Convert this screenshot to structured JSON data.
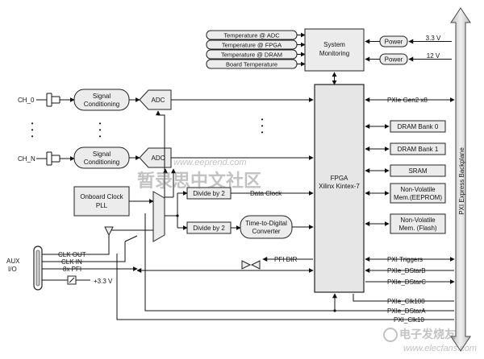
{
  "temps": [
    "Temperature @ ADC",
    "Temperature @ FPGA",
    "Temperature @ DRAM",
    "Board Temperature"
  ],
  "system_monitoring": [
    "System",
    "Monitoring"
  ],
  "power": [
    "Power",
    "Power"
  ],
  "voltages": [
    "3.3 V",
    "12 V"
  ],
  "channels": [
    "CH_0",
    "CH_N"
  ],
  "signal_conditioning": [
    "Signal",
    "Conditioning"
  ],
  "adc": "ADC",
  "dots": "•",
  "fpga": [
    "FPGA",
    "Xilinx Kintex-7"
  ],
  "right_blocks": {
    "dram0": "DRAM Bank 0",
    "dram1": "DRAM Bank 1",
    "sram": "SRAM",
    "eeprom": [
      "Non-Volatile",
      "Mem.(EEPROM)"
    ],
    "flash": [
      "Non-Volatile",
      "Mem. (Flash)"
    ]
  },
  "bus_labels": {
    "gen2": "PXIe Gen2 x8",
    "triggers": "PXI Triggers",
    "dstarb": "PXIe_DStarB",
    "dstarc": "PXIe_DStarC",
    "clk100": "PXIe_Clk100",
    "dstara": "PXIe_DStarA",
    "clk10": "PXI_Clk10"
  },
  "backplane": "PXI Express Backplane",
  "clock_pll": [
    "Onboard Clock",
    "PLL"
  ],
  "divide": [
    "Divide by 2",
    "Divide by 2"
  ],
  "data_clock": "Data Clock",
  "tdc": [
    "Time-to-Digital",
    "Converter"
  ],
  "pfi_dir": "PFI DIR",
  "aux": [
    "AUX",
    "I/O"
  ],
  "aux_signals": [
    "CLK OUT",
    "CLK IN",
    "8x PFI",
    "+3.3 V"
  ],
  "watermark": {
    "cn": "暂录思中文社区",
    "brand": "电子发烧友",
    "url": "www.elecfans.com",
    "url2": "www.eeprend.com"
  }
}
